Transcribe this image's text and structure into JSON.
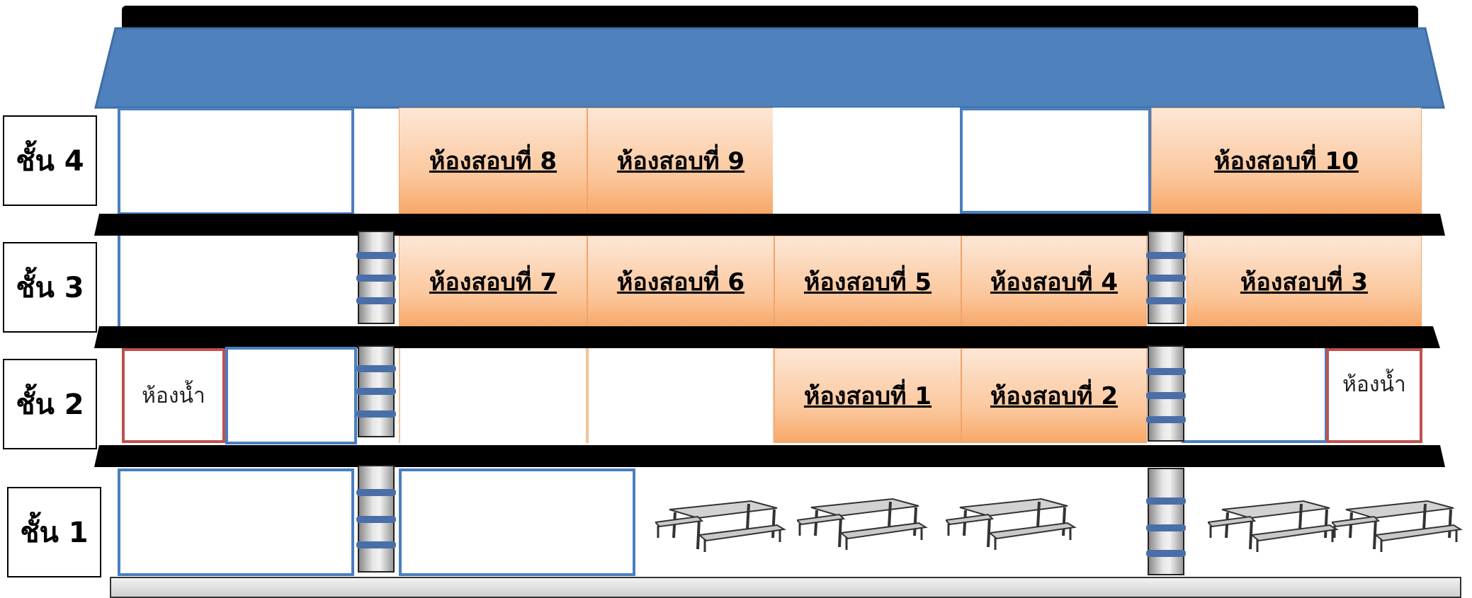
{
  "floors": {
    "f1": "ชั้น 1",
    "f2": "ชั้น 2",
    "f3": "ชั้น 3",
    "f4": "ชั้น 4"
  },
  "rooms": {
    "r1": "ห้องสอบที่ 1",
    "r2": "ห้องสอบที่ 2",
    "r3": "ห้องสอบที่ 3",
    "r4": "ห้องสอบที่ 4",
    "r5": "ห้องสอบที่ 5",
    "r6": "ห้องสอบที่ 6",
    "r7": "ห้องสอบที่ 7",
    "r8": "ห้องสอบที่ 8",
    "r9": "ห้องสอบที่ 9",
    "r10": "ห้องสอบที่ 10"
  },
  "restroom": "ห้องน้ำ",
  "icons": {
    "table": "picnic-table-icon"
  },
  "colors": {
    "roof": "#4f81bd",
    "exam_room": "#fbc79c",
    "room_border": "#4a7fc0",
    "restroom_border": "#c0504d"
  }
}
